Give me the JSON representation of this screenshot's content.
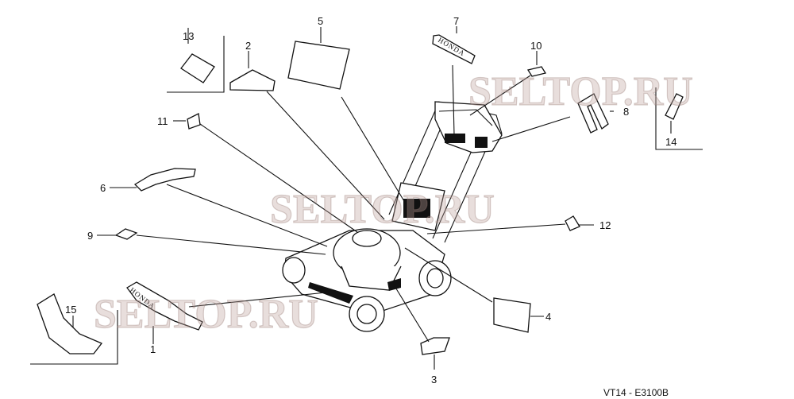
{
  "labels": [
    "1",
    "2",
    "3",
    "4",
    "5",
    "6",
    "7",
    "8",
    "9",
    "10",
    "11",
    "12",
    "13",
    "14",
    "15"
  ],
  "brand_text": "HONDA",
  "watermark": "SELTOP.RU",
  "watermark_partial": "SELTOP.RU",
  "reference_code": "VT14 - E3100B",
  "colors": {
    "line": "#111111",
    "background": "#ffffff",
    "watermark": "#bea09b"
  }
}
